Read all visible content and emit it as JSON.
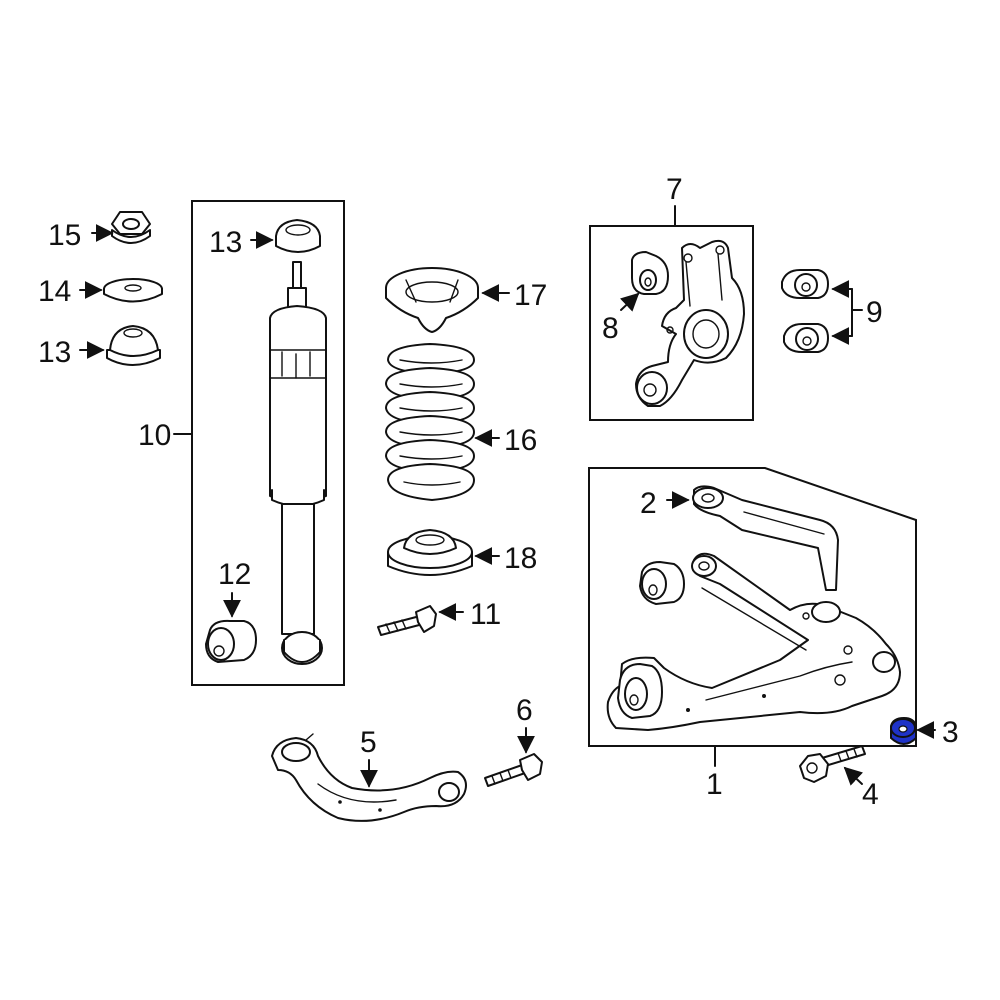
{
  "diagram": {
    "highlight_color": "#1f33c8",
    "highlighted_part": "3",
    "callouts": {
      "c1": "1",
      "c2": "2",
      "c3": "3",
      "c4": "4",
      "c5": "5",
      "c6": "6",
      "c7": "7",
      "c8": "8",
      "c9": "9",
      "c10": "10",
      "c11": "11",
      "c12": "12",
      "c13a": "13",
      "c13b": "13",
      "c14": "14",
      "c15": "15",
      "c16": "16",
      "c17": "17",
      "c18": "18"
    }
  }
}
